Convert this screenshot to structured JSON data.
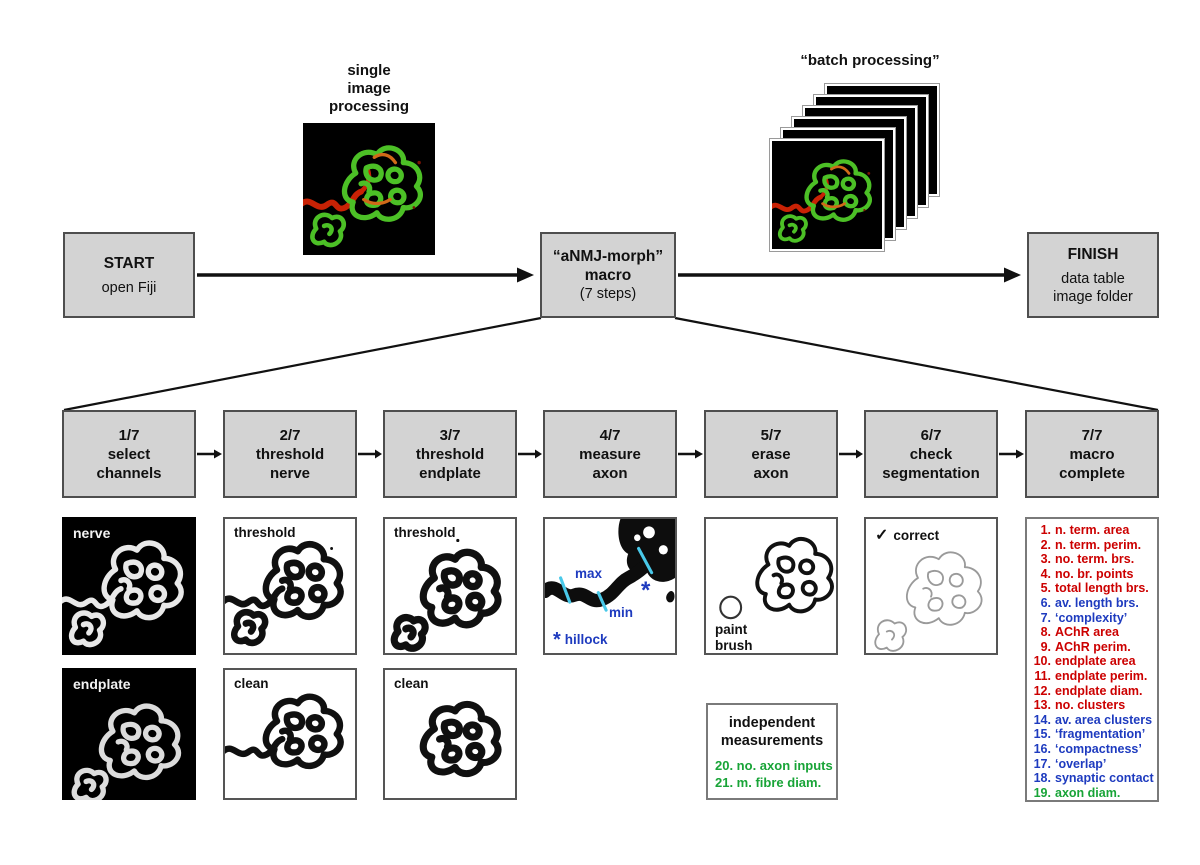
{
  "colors": {
    "red": "#cc0000",
    "blue": "#1e3bbf",
    "green": "#18a437",
    "cyan": "#49c9e9",
    "box_gray": "#d3d3d3"
  },
  "top": {
    "single_label": "single\nimage\nprocessing",
    "batch_label": "“batch processing”"
  },
  "flow": {
    "start_title": "START",
    "start_sub": "open Fiji",
    "macro_title": "“aNMJ-morph”\nmacro",
    "macro_sub": "(7 steps)",
    "finish_title": "FINISH",
    "finish_sub": "data table\nimage folder"
  },
  "steps": [
    {
      "num": "1/7",
      "label": "select\nchannels"
    },
    {
      "num": "2/7",
      "label": "threshold\nnerve"
    },
    {
      "num": "3/7",
      "label": "threshold\nendplate"
    },
    {
      "num": "4/7",
      "label": "measure\naxon"
    },
    {
      "num": "5/7",
      "label": "erase\naxon"
    },
    {
      "num": "6/7",
      "label": "check\nsegmentation"
    },
    {
      "num": "7/7",
      "label": "macro\ncomplete"
    }
  ],
  "panels": {
    "nerve": "nerve",
    "endplate": "endplate",
    "threshold_nerve": "threshold",
    "clean_nerve": "clean",
    "threshold_endplate": "threshold",
    "clean_endplate": "clean",
    "max": "max",
    "min": "min",
    "asterisk": "*",
    "hillock_star": "*",
    "hillock": "hillock",
    "paint_brush": "paint\nbrush",
    "check_mark": "✓",
    "correct": "correct"
  },
  "independent": {
    "title": "independent\nmeasurements",
    "items": [
      {
        "text": "20. no. axon inputs",
        "color": "green"
      },
      {
        "text": "21. m. fibre diam.",
        "color": "green"
      }
    ]
  },
  "measurements": {
    "items": [
      {
        "num": "1.",
        "text": "n. term. area",
        "color": "red"
      },
      {
        "num": "2.",
        "text": "n. term. perim.",
        "color": "red"
      },
      {
        "num": "3.",
        "text": "no. term. brs.",
        "color": "red"
      },
      {
        "num": "4.",
        "text": "no. br. points",
        "color": "red"
      },
      {
        "num": "5.",
        "text": "total length brs.",
        "color": "red"
      },
      {
        "num": "6.",
        "text": "av. length brs.",
        "color": "blue"
      },
      {
        "num": "7.",
        "text": "‘complexity’",
        "color": "blue"
      },
      {
        "num": "8.",
        "text": "AChR area",
        "color": "red"
      },
      {
        "num": "9.",
        "text": "AChR perim.",
        "color": "red"
      },
      {
        "num": "10.",
        "text": "endplate area",
        "color": "red"
      },
      {
        "num": "11.",
        "text": "endplate perim.",
        "color": "red"
      },
      {
        "num": "12.",
        "text": "endplate diam.",
        "color": "red"
      },
      {
        "num": "13.",
        "text": "no. clusters",
        "color": "red"
      },
      {
        "num": "14.",
        "text": "av. area clusters",
        "color": "blue"
      },
      {
        "num": "15.",
        "text": "‘fragmentation’",
        "color": "blue"
      },
      {
        "num": "16.",
        "text": "‘compactness’",
        "color": "blue"
      },
      {
        "num": "17.",
        "text": "‘overlap’",
        "color": "blue"
      },
      {
        "num": "18.",
        "text": "synaptic contact",
        "color": "blue"
      },
      {
        "num": "19.",
        "text": "axon diam.",
        "color": "green"
      }
    ]
  }
}
